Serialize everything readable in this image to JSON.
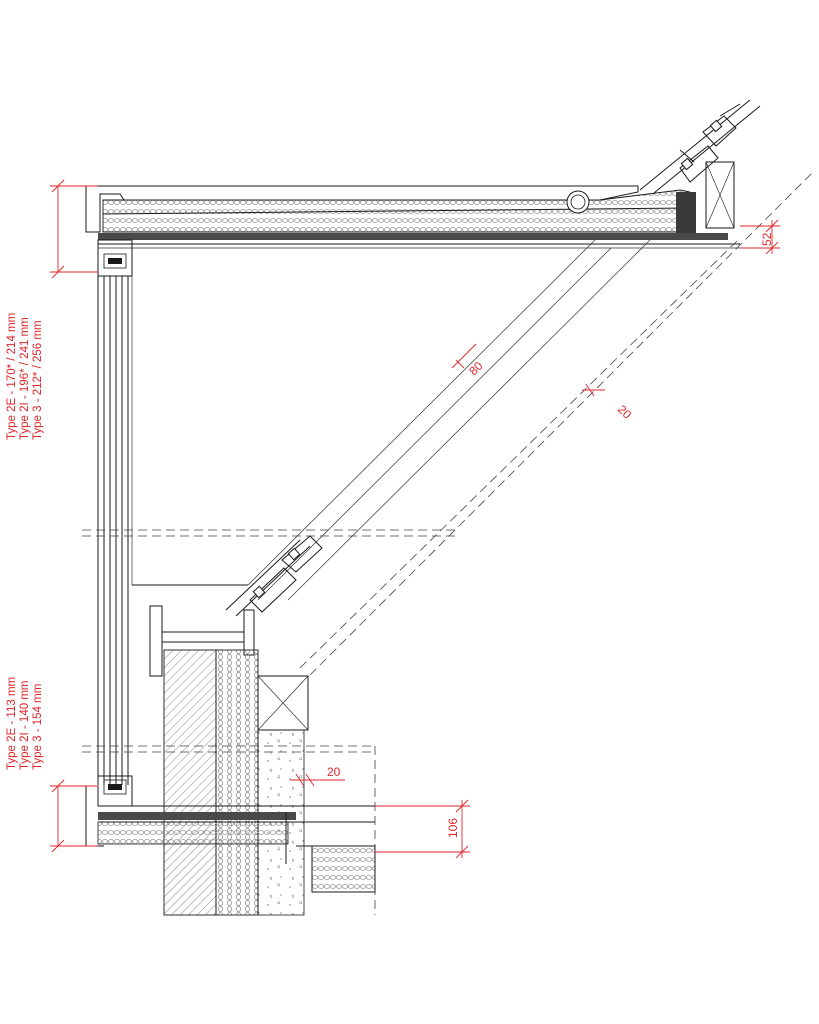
{
  "dimensions": {
    "dim_52": "52",
    "dim_80": "80",
    "dim_20_slope": "20",
    "dim_20_horizontal": "20",
    "dim_106": "106"
  },
  "upper_height_note": {
    "line1": "Type 2E - 170* / 214 mm",
    "line2": "Type 2I - 196* / 241 mm",
    "line3": "Type 3 -  212* / 256 mm"
  },
  "lower_height_note": {
    "line1": "Type 2E - 113 mm",
    "line2": "Type 2I - 140 mm",
    "line3": "Type 3 - 154 mm"
  },
  "colors": {
    "dimension": "#e0262a",
    "line": "#1a1a1a",
    "membrane": "#4a4a4a"
  }
}
